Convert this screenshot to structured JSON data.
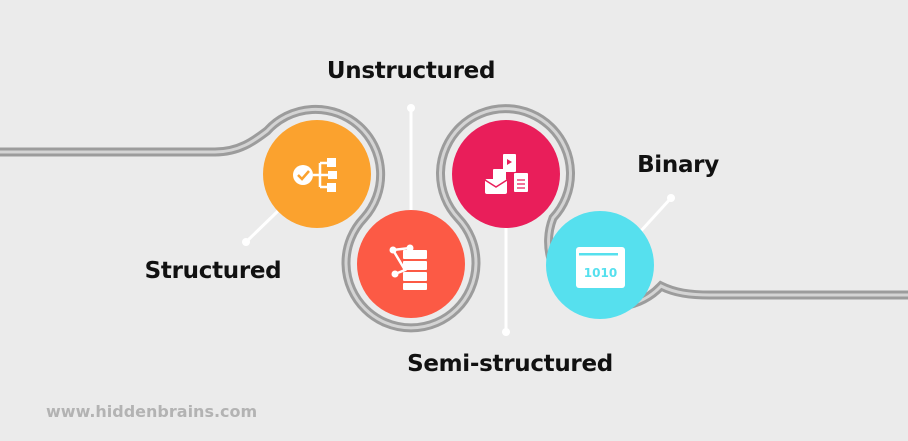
{
  "labels": {
    "structured": "Structured",
    "unstructured": "Unstructured",
    "semi_structured": "Semi-structured",
    "binary": "Binary"
  },
  "binary_icon_text": "1010",
  "footer": "www.hiddenbrains.com",
  "colors": {
    "structured": "#FBA22E",
    "semi_structured": "#FC5A45",
    "unstructured": "#E91E5A",
    "binary": "#56E0EE",
    "background": "#EBEBEB",
    "track": "#A0A0A0"
  }
}
